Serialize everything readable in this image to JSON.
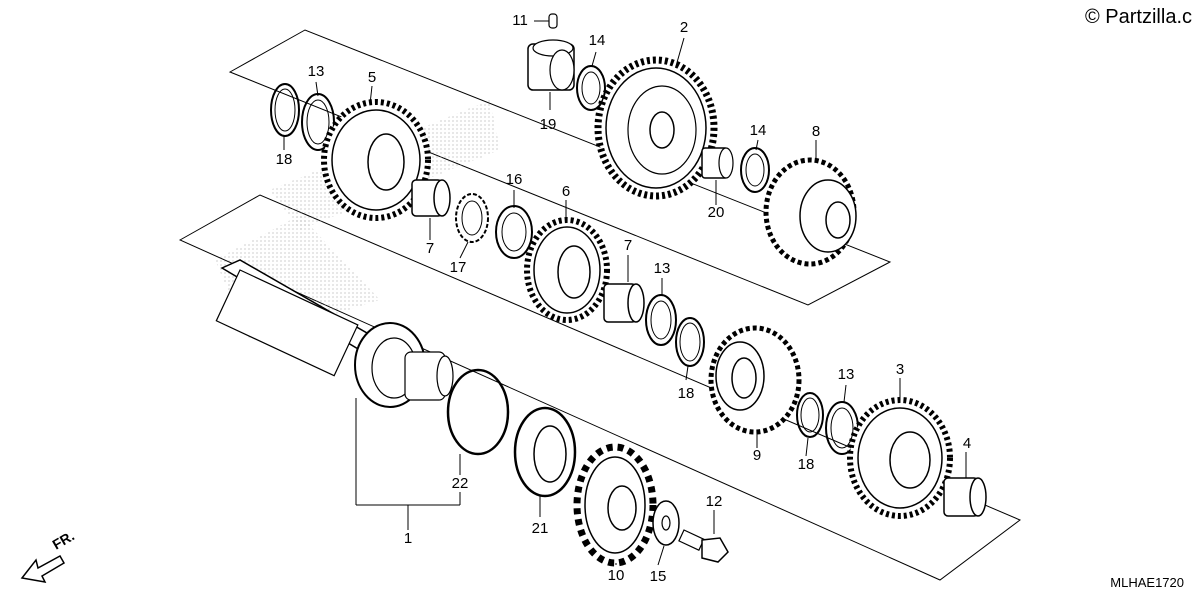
{
  "watermark": "© Partzilla.c",
  "diagram_code": "MLHAE1720",
  "direction_label": "FR.",
  "callouts": [
    "1",
    "2",
    "3",
    "4",
    "5",
    "6",
    "7",
    "7",
    "8",
    "9",
    "10",
    "11",
    "12",
    "13",
    "13",
    "13",
    "14",
    "14",
    "15",
    "16",
    "17",
    "18",
    "18",
    "18",
    "19",
    "20",
    "21",
    "22"
  ]
}
